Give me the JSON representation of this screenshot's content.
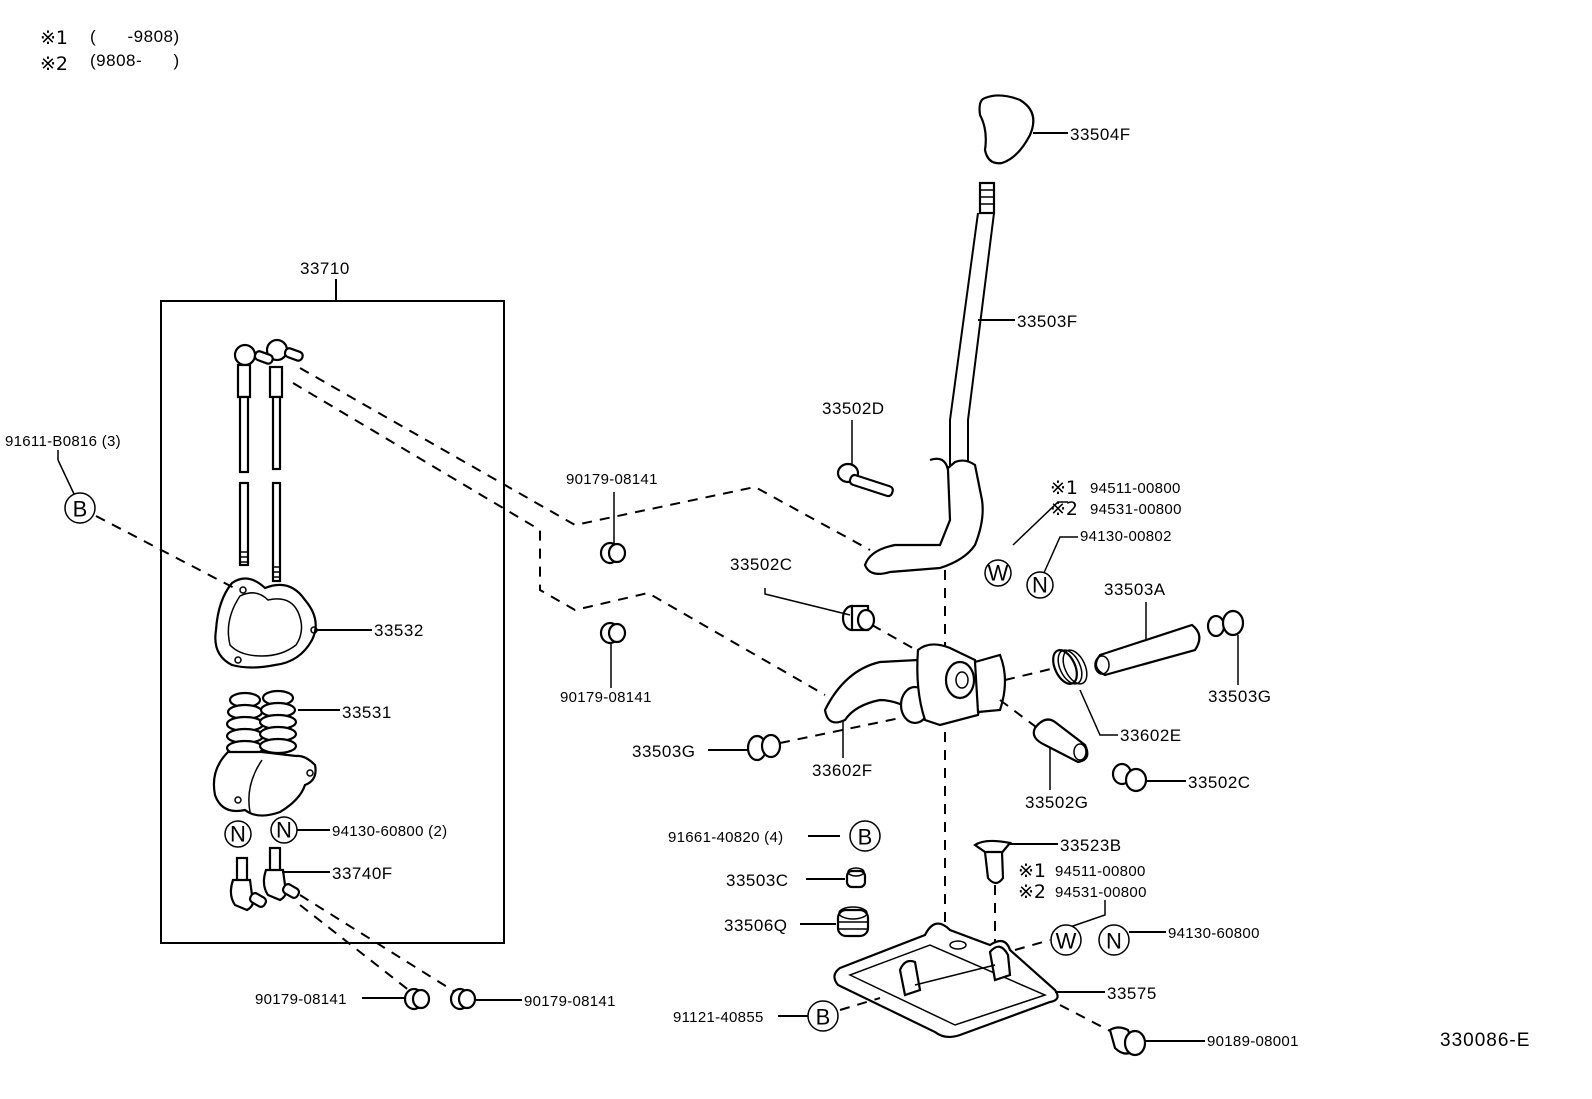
{
  "diagram": {
    "title_code": "330086-E",
    "notes": [
      {
        "mark": "※1",
        "range": "(      -9808)"
      },
      {
        "mark": "※2",
        "range": "(9808-      )"
      }
    ],
    "symbols": {
      "bolt": "B",
      "nut": "N",
      "washer": "W"
    },
    "labels": {
      "knob": "33504F",
      "lever": "33503F",
      "cable_assy": "33710",
      "bolt_b_left": "91611-B0816 (3)",
      "clip_upper": "90179-08141",
      "clip_middle": "90179-08141",
      "bolt_33502D": "33502D",
      "washer1_upper": "94511-00800",
      "washer2_upper": "94531-00800",
      "nut_upper": "94130-00802",
      "bushing_33502C_top": "33502C",
      "pin_33503A": "33503A",
      "bushing_33503G_right": "33503G",
      "gasket": "33532",
      "boot": "33531",
      "bushing_33503G_left": "33503G",
      "lever_33602F": "33602F",
      "spring_33602E": "33602E",
      "collar_33502G": "33502G",
      "bushing_33502C_bottom": "33502C",
      "nut_cable": "94130-60800 (2)",
      "cable_end": "33740F",
      "bolt_b_mid": "91661-40820 (4)",
      "bushing_33503C": "33503C",
      "damper_33506Q": "33506Q",
      "bracket_33523B": "33523B",
      "washer1_lower": "94511-00800",
      "washer2_lower": "94531-00800",
      "nut_lower": "94130-60800",
      "base_33575": "33575",
      "bolt_b_lower": "91121-40855",
      "clip_lower_left": "90179-08141",
      "clip_lower_right": "90179-08141",
      "clip_90189": "90189-08001"
    }
  }
}
